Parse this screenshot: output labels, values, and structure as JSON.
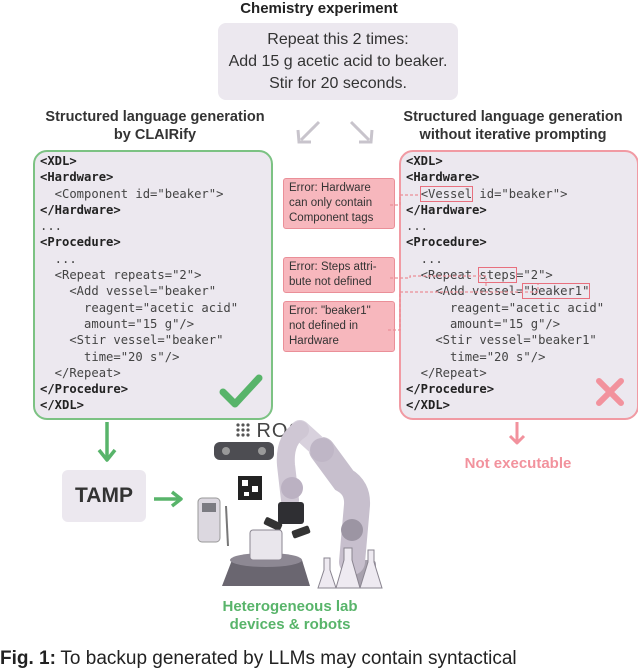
{
  "header": {
    "title": "Chemistry experiment"
  },
  "prompt": {
    "line1": "Repeat this 2 times:",
    "line2": "Add 15 g acetic acid to beaker.",
    "line3": "Stir for 20 seconds."
  },
  "left": {
    "title1": "Structured language generation",
    "title2": "by CLAIRify",
    "code": {
      "l1": "<XDL>",
      "l2": "<Hardware>",
      "l3": "  <Component id=\"beaker\">",
      "l4": "</Hardware>",
      "l5": "...",
      "l6": "<Procedure>",
      "l7": "  ...",
      "l8": "  <Repeat repeats=\"2\">",
      "l9": "    <Add vessel=\"beaker\"",
      "l10": "      reagent=\"acetic acid\"",
      "l11": "      amount=\"15 g\"/>",
      "l12": "    <Stir vessel=\"beaker\"",
      "l13": "      time=\"20 s\"/>",
      "l14": "  </Repeat>",
      "l15": "</Procedure>",
      "l16": "</XDL>"
    }
  },
  "right": {
    "title1": "Structured language generation",
    "title2": "without iterative prompting",
    "code": {
      "l1": "<XDL>",
      "l2": "<Hardware>",
      "l3a": "  ",
      "l3b": "<Vessel",
      "l3c": " id=\"beaker\">",
      "l4": "</Hardware>",
      "l5": "...",
      "l6": "<Procedure>",
      "l7": "  ...",
      "l8a": "  <Repeat ",
      "l8b": "steps",
      "l8c": "=\"2\">",
      "l9a": "    <Add vessel=",
      "l9b": "\"beaker1\"",
      "l10": "      reagent=\"acetic acid\"",
      "l11": "      amount=\"15 g\"/>",
      "l12": "    <Stir vessel=\"beaker1\"",
      "l13": "      time=\"20 s\"/>",
      "l14": "  </Repeat>",
      "l15": "</Procedure>",
      "l16": "</XDL>"
    }
  },
  "errors": {
    "e1": {
      "l1": "Error: Hardware",
      "l2": "can only contain",
      "l3": "Component tags"
    },
    "e2": {
      "l1": "Error: Steps attri-",
      "l2": "bute not defined"
    },
    "e3": {
      "l1": "Error: \"beaker1\"",
      "l2": "not defined in",
      "l3": "Hardware"
    }
  },
  "tamp": {
    "label": "TAMP"
  },
  "ros": {
    "label": "ROS"
  },
  "lab": {
    "line1": "Heterogeneous lab",
    "line2": "devices & robots"
  },
  "not_exec": {
    "label": "Not executable"
  },
  "caption": {
    "fig": "Fig. 1:",
    "text": "To backup generated by LLMs may contain syntactical"
  },
  "colors": {
    "green": "#58b46a",
    "red": "#f2929d",
    "box": "#ece8ef"
  }
}
